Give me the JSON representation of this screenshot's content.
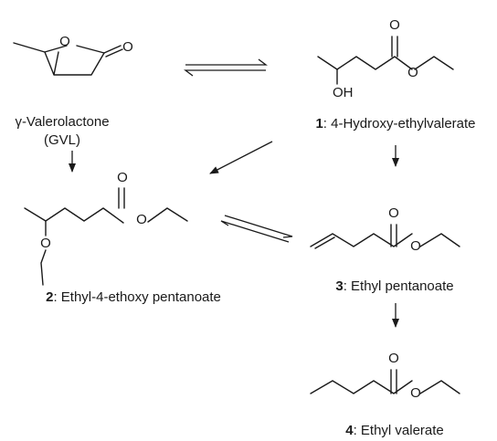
{
  "atoms": {
    "oxygen": "O",
    "hydroxyl": "OH"
  },
  "compounds": {
    "gvl": {
      "name": "γ-Valerolactone",
      "abbr": "(GVL)"
    },
    "c1": {
      "number": "1",
      "name": ": 4-Hydroxy-ethylvalerate"
    },
    "c2": {
      "number": "2",
      "name": ": Ethyl-4-ethoxy pentanoate"
    },
    "c3": {
      "number": "3",
      "name": ": Ethyl pentanoate"
    },
    "c4": {
      "number": "4",
      "name": ": Ethyl valerate"
    }
  },
  "reactions": [
    {
      "from": "gvl",
      "to": "c1",
      "type": "equilibrium"
    },
    {
      "from": "gvl",
      "to": "c2",
      "type": "forward"
    },
    {
      "from": "c1",
      "to": "c2",
      "type": "forward"
    },
    {
      "from": "c1",
      "to": "c3",
      "type": "forward"
    },
    {
      "from": "c2",
      "to": "c3",
      "type": "equilibrium"
    },
    {
      "from": "c3",
      "to": "c4",
      "type": "forward"
    }
  ]
}
